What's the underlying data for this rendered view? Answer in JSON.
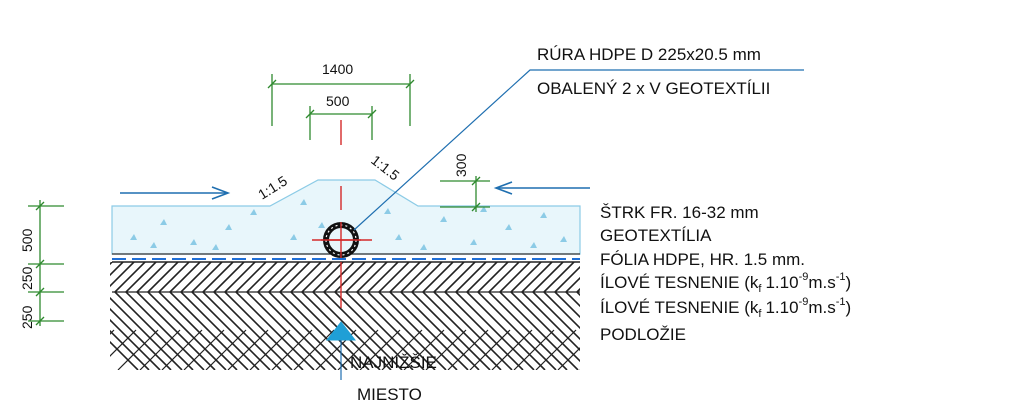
{
  "colors": {
    "dimension": "#2f8a2f",
    "gravel": "#8ccbe6",
    "accent": "#1f9fd6",
    "axis": "#d42a2a",
    "ink": "#111111"
  },
  "pipe_label": {
    "line1": "RÚRA HDPE D 225x20.5 mm",
    "line2": "OBALENÝ 2 x V GEOTEXTÍLII"
  },
  "dimensions": {
    "top_width": "1400",
    "pipe_width": "500",
    "height": "300",
    "slope_left": "1:1.5",
    "slope_right": "1:1.5",
    "layer_500": "500",
    "layer_250a": "250",
    "layer_250b": "250"
  },
  "layers": {
    "gravel": "ŠTRK FR. 16-32 mm",
    "geotextile": "GEOTEXTÍLIA",
    "foil": "FÓLIA HDPE, HR. 1.5 mm.",
    "clay1_pre": "ÍLOVÉ TESNENIE (k",
    "clay1_sub": "f",
    "clay1_mid": "1.10",
    "clay1_exp": "-9",
    "clay1_unit": "m.s",
    "clay1_unit_exp": "-1",
    "clay1_post": ")",
    "clay2_pre": "ÍLOVÉ TESNENIE (k",
    "clay2_sub": "f",
    "clay2_mid": "1.10",
    "clay2_exp": "-9",
    "clay2_unit": "m.s",
    "clay2_unit_exp": "-1",
    "clay2_post": ")",
    "subsoil": "PODLOŽIE"
  },
  "lowest_point": {
    "line1": "NAJNIŽŠIE",
    "line2": "MIESTO"
  }
}
